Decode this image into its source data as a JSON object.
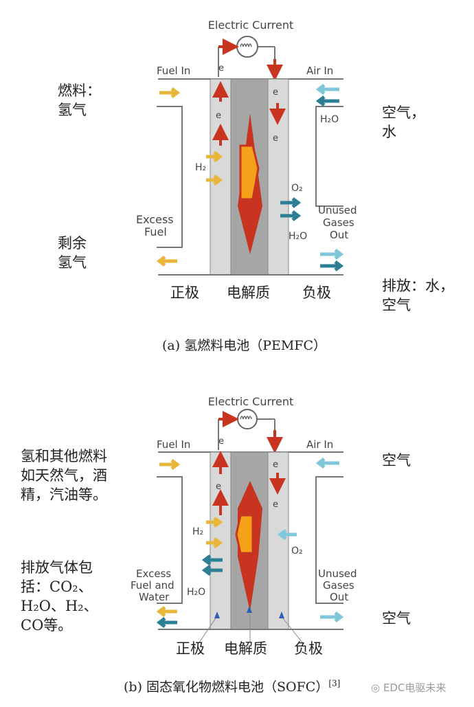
{
  "diagram_a": {
    "electric_current": "Electric Current",
    "fuel_in": "Fuel In",
    "air_in": "Air In",
    "electron": "e",
    "h2": "H₂",
    "o2": "O₂",
    "h2o_top": "H₂O",
    "h2o_bottom": "H₂O",
    "excess_fuel_1": "Excess",
    "excess_fuel_2": "Fuel",
    "unused_1": "Unused",
    "unused_2": "Gases",
    "unused_3": "Out",
    "left_top": [
      "燃料：",
      "氢气"
    ],
    "left_bottom": [
      "剩余",
      "氢气"
    ],
    "right_top": [
      "空气，",
      "水"
    ],
    "right_bottom": [
      "排放：水，",
      "空气"
    ],
    "positive": "正极",
    "electrolyte": "电解质",
    "negative": "负极",
    "caption": "(a) 氢燃料电池（PEMFC）"
  },
  "diagram_b": {
    "electric_current": "Electric Current",
    "fuel_in": "Fuel In",
    "air_in": "Air In",
    "electron": "e",
    "h2": "H₂",
    "o2": "O₂",
    "h2o": "H₂O",
    "excess_1": "Excess",
    "excess_2": "Fuel and",
    "excess_3": "Water",
    "unused_1": "Unused",
    "unused_2": "Gases",
    "unused_3": "Out",
    "left_top": [
      "氢和其他燃料",
      "如天然气，酒",
      "精，汽油等。"
    ],
    "left_bottom": [
      "排放气体包",
      "括：CO₂、",
      "H₂O、H₂、",
      "CO等。"
    ],
    "right_top": "空气",
    "right_bottom": "空气",
    "positive": "正极",
    "electrolyte": "电解质",
    "negative": "负极",
    "caption": "(b) 固态氧化物燃料电池（SOFC）",
    "superscript": "[3]"
  },
  "watermark": "EDC电驱未来",
  "colors": {
    "red": "#c8341f",
    "yellow": "#e8b73a",
    "teal": "#2c7f95",
    "lightblue": "#7fc7da",
    "electrolyte": "#a6a6a6",
    "electrode": "#d9d9d9"
  }
}
